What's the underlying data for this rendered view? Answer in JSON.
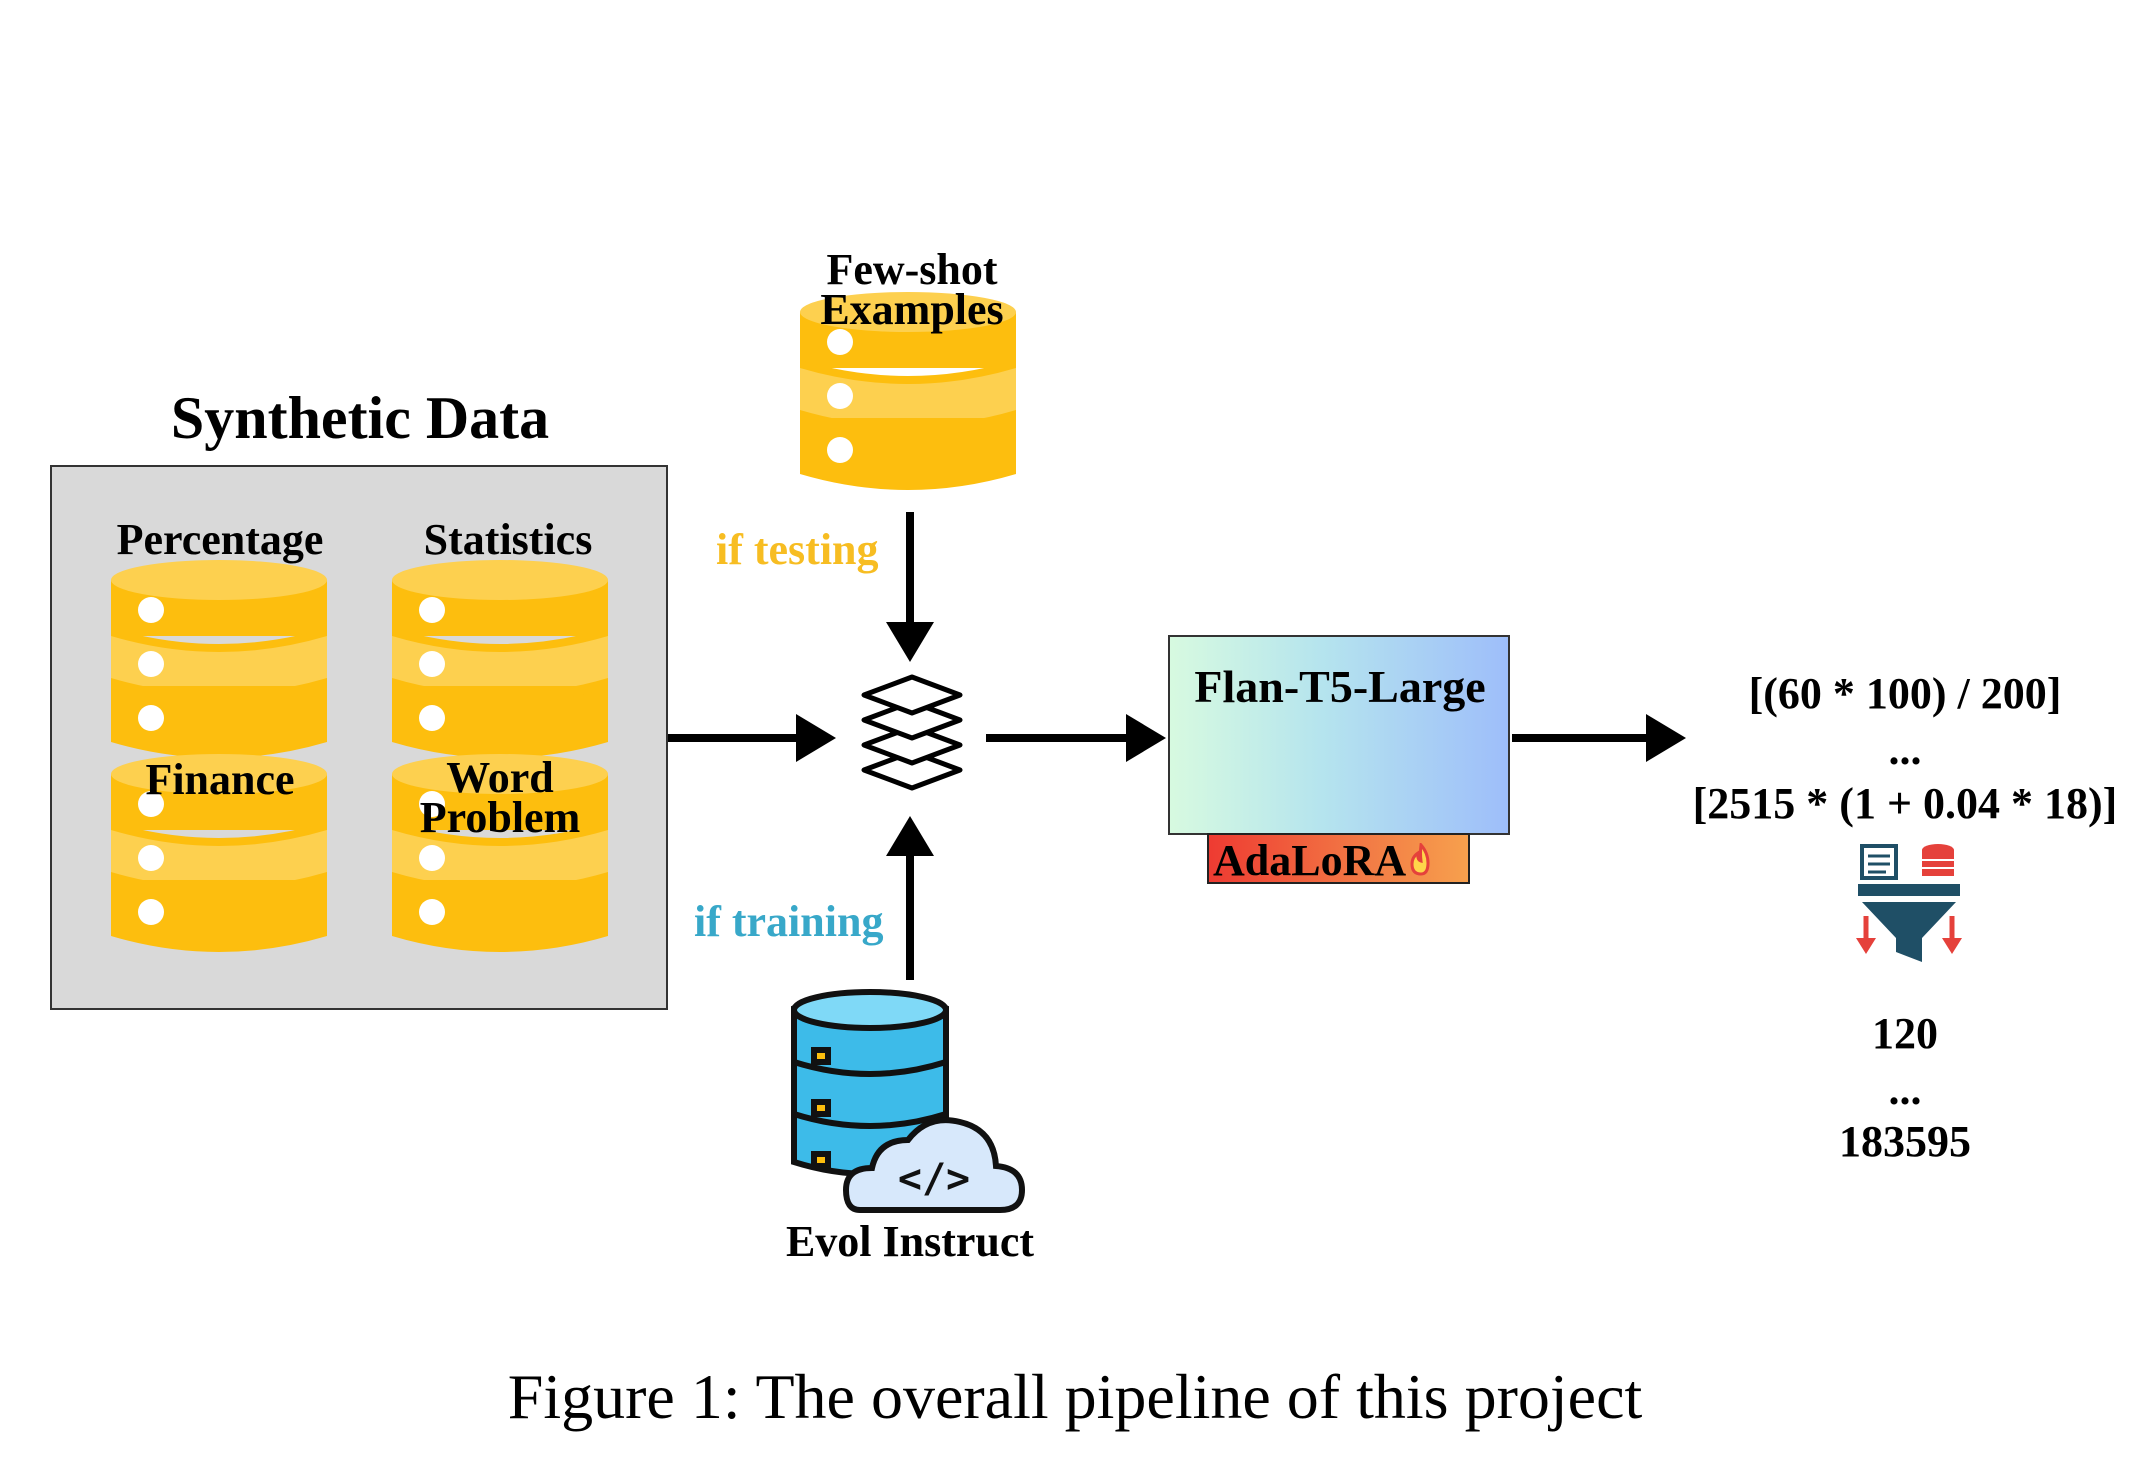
{
  "synthetic": {
    "title": "Synthetic Data",
    "datasets": [
      "Percentage",
      "Statistics",
      "Finance",
      "Word Problem"
    ]
  },
  "few_shot": {
    "line1": "Few-shot",
    "line2": "Examples",
    "condition": "if testing"
  },
  "evol": {
    "label": "Evol Instruct",
    "condition": "if training"
  },
  "model": {
    "name": "Flan-T5-Large",
    "adapter": "AdaLoRA"
  },
  "outputs": {
    "expr_first": "[(60 * 100) / 200]",
    "expr_ellipsis": "...",
    "expr_last": "[2515 * (1 + 0.04 * 18)]",
    "ans_first": "120",
    "ans_ellipsis": "...",
    "ans_last": "183595"
  },
  "caption": "Figure 1: The overall pipeline of this project",
  "colors": {
    "db_gold": "#fdbe0e",
    "db_gold_light": "#fdd04f",
    "db_blue": "#3dbbe9",
    "testing_label": "#f7bd22",
    "training_label": "#38a8c9",
    "panel_gray": "#d9d9d9",
    "funnel": "#1f4f66",
    "red_arrow": "#e5413b"
  },
  "icons": [
    "database-icon",
    "layers-icon",
    "snowflake-icon",
    "fire-icon",
    "cloud-code-icon",
    "funnel-filter-icon"
  ]
}
